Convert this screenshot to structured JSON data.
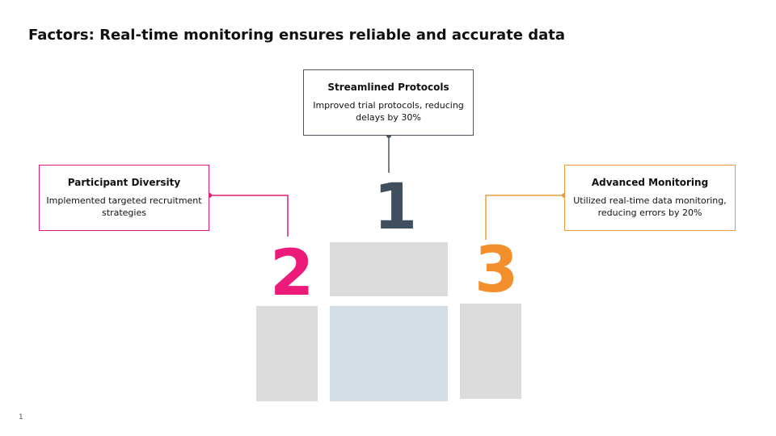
{
  "title": "Factors: Real-time monitoring ensures reliable and accurate data",
  "page_number": "1",
  "colors": {
    "rank1": "#3f4f5e",
    "rank2": "#ec1b7a",
    "rank3": "#f28e2b",
    "podium_block": "#dcdcdc",
    "podium_center": "#d3dde6"
  },
  "factors": [
    {
      "rank": "1",
      "title": "Streamlined Protocols",
      "text": "Improved trial protocols, reducing delays by 30%"
    },
    {
      "rank": "2",
      "title": "Participant Diversity",
      "text": "Implemented targeted recruitment strategies"
    },
    {
      "rank": "3",
      "title": "Advanced Monitoring",
      "text": "Utilized real-time data monitoring, reducing errors by 20%"
    }
  ]
}
